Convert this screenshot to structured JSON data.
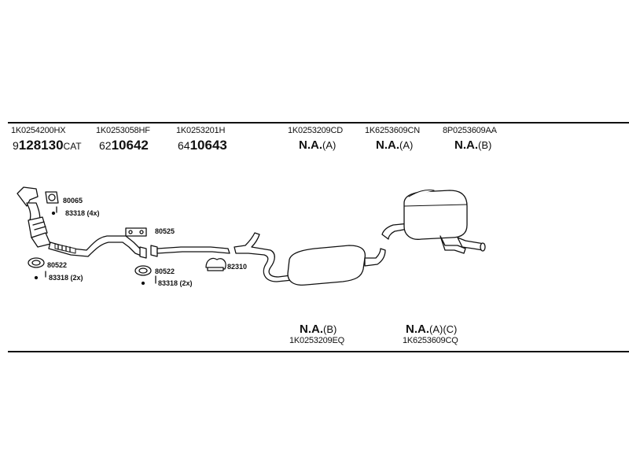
{
  "top_row": [
    {
      "part": "1K0254200HX",
      "prefix": "9",
      "number": "128130",
      "suffix": "CAT"
    },
    {
      "part": "1K0253058HF",
      "prefix": "62",
      "number": "10642",
      "suffix": ""
    },
    {
      "part": "1K0253201H",
      "prefix": "64",
      "number": "10643",
      "suffix": ""
    },
    {
      "part": "1K0253209CD",
      "na": "N.A.",
      "variant": "(A)"
    },
    {
      "part": "1K6253609CN",
      "na": "N.A.",
      "variant": "(A)"
    },
    {
      "part": "8P0253609AA",
      "na": "N.A.",
      "variant": "(B)"
    }
  ],
  "bottom_row": [
    {
      "part": "1K0253209EQ",
      "na": "N.A.",
      "variant": "(B)"
    },
    {
      "part": "1K6253609CQ",
      "na": "N.A.",
      "variant": "(A)(C)"
    }
  ],
  "small_parts": {
    "p80065": "80065",
    "p83318_4x": "83318 (4x)",
    "p80525": "80525",
    "p80522_a": "80522",
    "p83318_2x_a": "83318 (2x)",
    "p80522_b": "80522",
    "p83318_2x_b": "83318 (2x)",
    "p82310": "82310"
  }
}
